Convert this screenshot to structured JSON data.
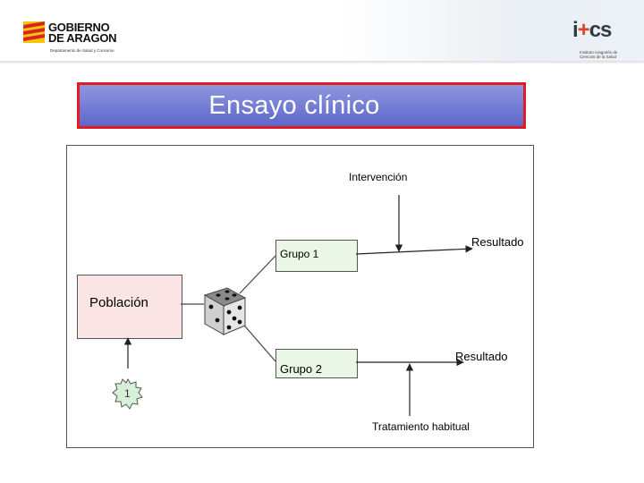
{
  "header": {
    "gov_logo": {
      "line1": "GOBIERNO",
      "line2": "DE ARAGON",
      "subtitle": "Departamento de Salud y Consumo"
    },
    "iacs_logo": {
      "mark": "i+cs",
      "subtitle": "Instituto Aragonés de Ciencias de la Salud"
    }
  },
  "title": "Ensayo clínico",
  "diagram": {
    "intervencion": "Intervención",
    "resultado_1": "Resultado",
    "grupo_1": "Grupo 1",
    "poblacion": "Población",
    "grupo_2": "Grupo 2",
    "resultado_2": "Resultado",
    "badge": "1",
    "tratamiento": "Tratamiento habitual"
  },
  "colors": {
    "title_fill": "#6f78d4",
    "title_border": "#e11b22",
    "poblacion_fill": "#fbe4e4",
    "grupo_fill": "#eaf6e6",
    "badge_fill": "#d8f0d8"
  }
}
